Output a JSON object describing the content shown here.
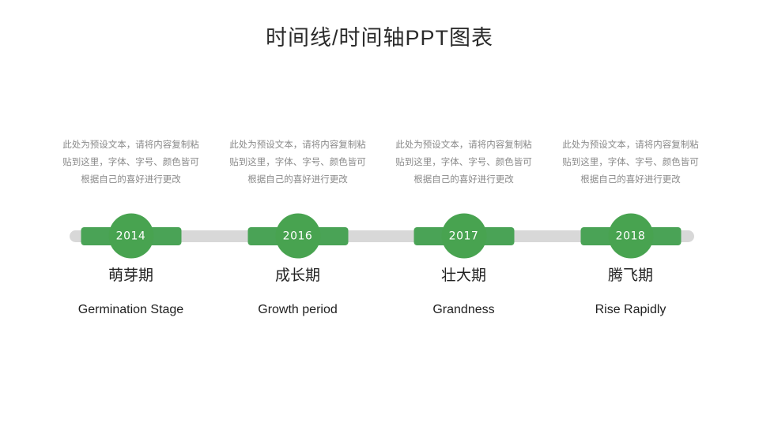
{
  "slide": {
    "title": "时间线/时间轴PPT图表",
    "background_color": "#ffffff",
    "accent_color": "#4aa356",
    "track_color": "#d8d8d8",
    "description_text_color": "#8a8a8a"
  },
  "timeline": {
    "items": [
      {
        "year": "2014",
        "title_cn": "萌芽期",
        "title_en": "Germination Stage",
        "description": "此处为预设文本，请将内容复制粘贴到这里，字体、字号、颜色皆可根据自己的喜好进行更改"
      },
      {
        "year": "2016",
        "title_cn": "成长期",
        "title_en": "Growth period",
        "description": "此处为预设文本，请将内容复制粘贴到这里，字体、字号、颜色皆可根据自己的喜好进行更改"
      },
      {
        "year": "2017",
        "title_cn": "壮大期",
        "title_en": "Grandness",
        "description": "此处为预设文本，请将内容复制粘贴到这里，字体、字号、颜色皆可根据自己的喜好进行更改"
      },
      {
        "year": "2018",
        "title_cn": "腾飞期",
        "title_en": "Rise Rapidly",
        "description": "此处为预设文本，请将内容复制粘贴到这里，字体、字号、颜色皆可根据自己的喜好进行更改"
      }
    ]
  }
}
